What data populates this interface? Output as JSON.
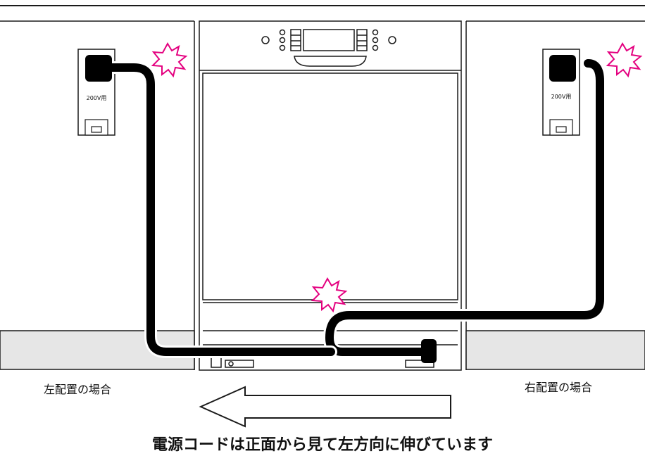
{
  "labels": {
    "left_caption": "左配置の場合",
    "right_caption": "右配置の場合",
    "bottom_caption": "電源コードは正面から見て左方向に伸びています",
    "outlet_left": "200V用",
    "outlet_right": "200V用"
  },
  "colors": {
    "cord": "#000000",
    "spark": "#e4007f",
    "counter_band": "#e6e6e6",
    "line": "#1a1a1a"
  },
  "icons": {
    "spark": "spark-burst-icon",
    "arrow": "left-arrow-icon"
  }
}
